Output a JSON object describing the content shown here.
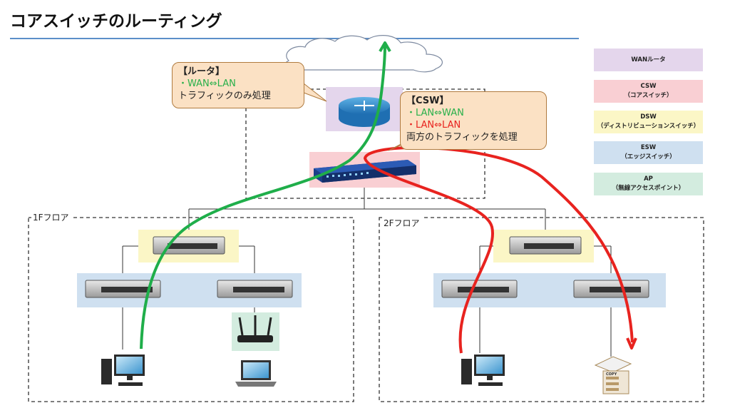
{
  "title": "コアスイッチのルーティング",
  "legend": [
    {
      "label": "WANルータ",
      "sub": "",
      "color": "#e4d6ec"
    },
    {
      "label": "CSW",
      "sub": "（コアスイッチ）",
      "color": "#f9cfd3"
    },
    {
      "label": "DSW",
      "sub": "（ディストリビューションスイッチ）",
      "color": "#fbf6c6"
    },
    {
      "label": "ESW",
      "sub": "（エッジスイッチ）",
      "color": "#cfe0f0"
    },
    {
      "label": "AP",
      "sub": "（無線アクセスポイント）",
      "color": "#d3ecdf"
    }
  ],
  "router_callout": {
    "heading": "【ルータ】",
    "line1": "・WAN⇔LAN",
    "line2": "トラフィックのみ処理"
  },
  "csw_callout": {
    "heading": "【CSW】",
    "line1": "・LAN⇔WAN",
    "line2": "・LAN⇔LAN",
    "line3": "両方のトラフィックを処理"
  },
  "floors": {
    "floor1": "1Fフロア",
    "floor2": "2Fフロア"
  },
  "device_text": {
    "printer_label": "COPY"
  },
  "colors": {
    "wan_path": "#1fae4a",
    "lan_path": "#e8231f",
    "title_rule": "#5b8fc9"
  }
}
